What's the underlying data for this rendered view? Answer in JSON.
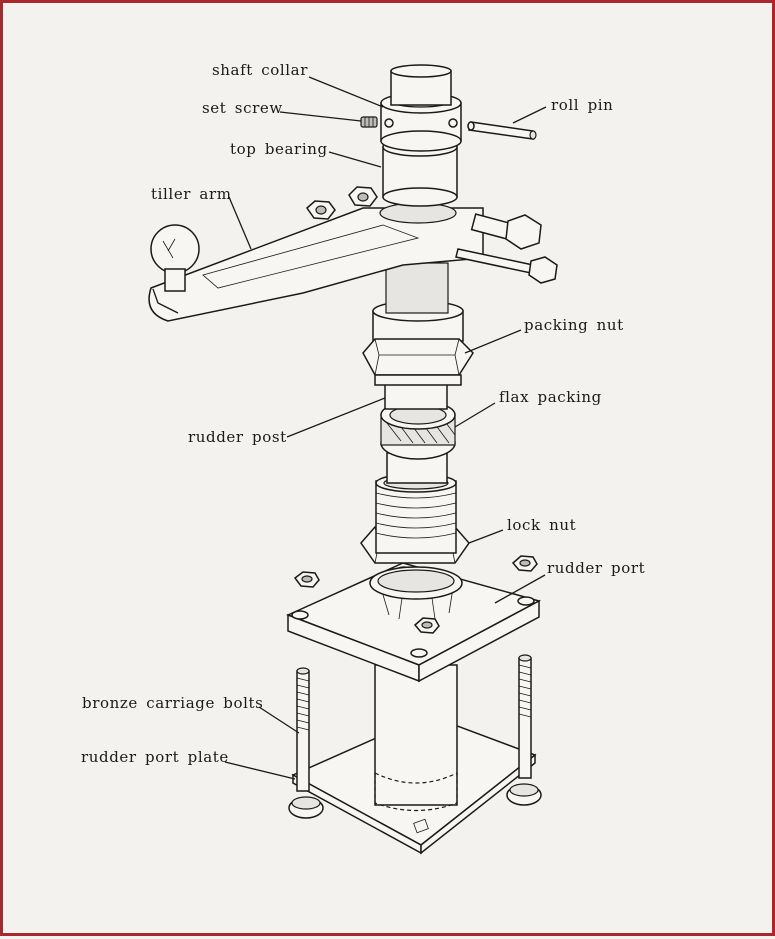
{
  "labels": {
    "shaft_collar": "shaft collar",
    "set_screw": "set screw",
    "roll_pin": "roll pin",
    "top_bearing": "top bearing",
    "tiller_arm": "tiller arm",
    "packing_nut": "packing nut",
    "flax_packing": "flax packing",
    "rudder_post": "rudder post",
    "lock_nut": "lock nut",
    "rudder_port": "rudder port",
    "bronze_carriage_bolts": "bronze carriage bolts",
    "rudder_port_plate": "rudder port plate"
  },
  "colors": {
    "frame_border": "#a8282d",
    "paper": "#f3f2ef",
    "ink": "#1a1a1a"
  }
}
